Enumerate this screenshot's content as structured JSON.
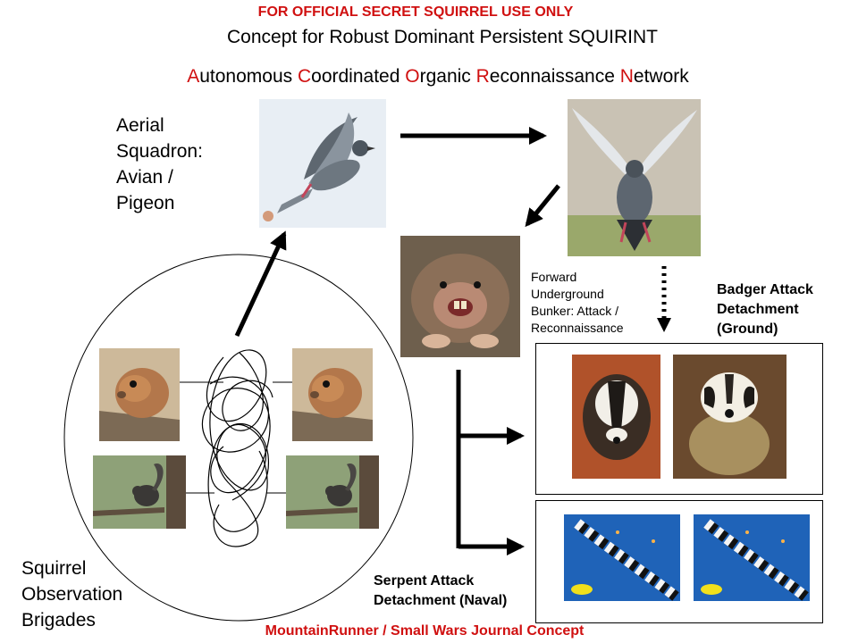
{
  "banner": "FOR OFFICIAL SECRET SQUIRREL USE ONLY",
  "title": "Concept for Robust Dominant Persistent SQUIRINT",
  "acronym": [
    {
      "initial": "A",
      "rest": "utonomous "
    },
    {
      "initial": "C",
      "rest": "oordinated "
    },
    {
      "initial": "O",
      "rest": "rganic "
    },
    {
      "initial": "R",
      "rest": "econnaissance "
    },
    {
      "initial": "N",
      "rest": "etwork"
    }
  ],
  "labels": {
    "aerial": [
      "Aerial",
      "Squadron:",
      "Avian /",
      "Pigeon"
    ],
    "bunker": [
      "Forward",
      "Underground",
      "Bunker: Attack /",
      "Reconnaissance"
    ],
    "badger": [
      "Badger Attack",
      "Detachment",
      "(Ground)"
    ],
    "serpent": [
      "Serpent Attack",
      "Detachment (Naval)"
    ],
    "squirrel": [
      "Squirrel",
      "Observation",
      "Brigades"
    ]
  },
  "footer": "MountainRunner / Small Wars Journal Concept",
  "colors": {
    "accent": "#d01010",
    "arrow": "#000000"
  }
}
